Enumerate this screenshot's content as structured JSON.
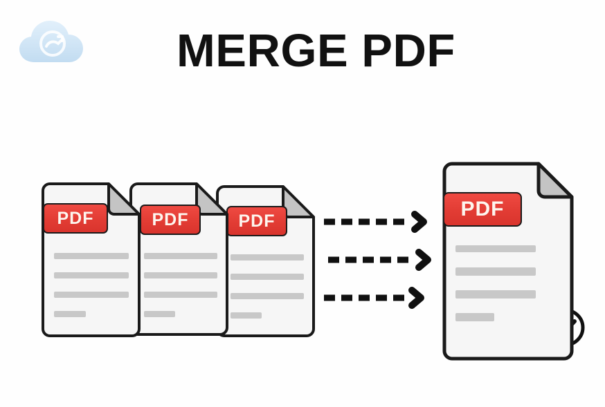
{
  "page": {
    "background_color": "#fefefe",
    "title": "MERGE PDF",
    "title_color": "#111111"
  },
  "logo": {
    "name": "cloud-convert-logo",
    "cloud_color": "#cfe4f5",
    "inner_icon": "cloud-sync-icon",
    "alt": ""
  },
  "source_documents": {
    "count": 3,
    "badge_label": "PDF",
    "badge_color": "#e23c34",
    "badge_text_color": "#fdf6ef",
    "paper_color": "#f6f6f6",
    "outline_color": "#1a1a1a",
    "fold_color": "#c4c4c4",
    "line_color": "#c8c8c8",
    "content_lines": [
      {
        "label": "text-line-1",
        "width_pct": 100
      },
      {
        "label": "text-line-2",
        "width_pct": 100
      },
      {
        "label": "text-line-3",
        "width_pct": 100
      },
      {
        "label": "text-line-4",
        "width_pct": 42
      }
    ],
    "items": [
      {
        "label": "PDF",
        "name": "source-document-1"
      },
      {
        "label": "PDF",
        "name": "source-document-2"
      },
      {
        "label": "PDF",
        "name": "source-document-3"
      }
    ]
  },
  "arrows": {
    "name": "merge-flow-arrows",
    "count": 3,
    "style": "dashed",
    "color": "#101010",
    "direction": "right",
    "items": [
      {
        "name": "merge-arrow-1"
      },
      {
        "name": "merge-arrow-2"
      },
      {
        "name": "merge-arrow-3"
      }
    ]
  },
  "result_document": {
    "name": "merged-document",
    "badge_label": "PDF",
    "badge_color": "#e23c34",
    "badge_text_color": "#fdf6ef",
    "paper_color": "#f6f6f6",
    "outline_color": "#1a1a1a",
    "fold_color": "#c4c4c4",
    "line_color": "#c8c8c8",
    "status_icon": "check-circle-icon",
    "status_color": "#101010",
    "content_lines": [
      {
        "label": "text-line-1",
        "width_pct": 100
      },
      {
        "label": "text-line-2",
        "width_pct": 100
      },
      {
        "label": "text-line-3",
        "width_pct": 100
      },
      {
        "label": "text-line-4",
        "width_pct": 48
      }
    ]
  }
}
